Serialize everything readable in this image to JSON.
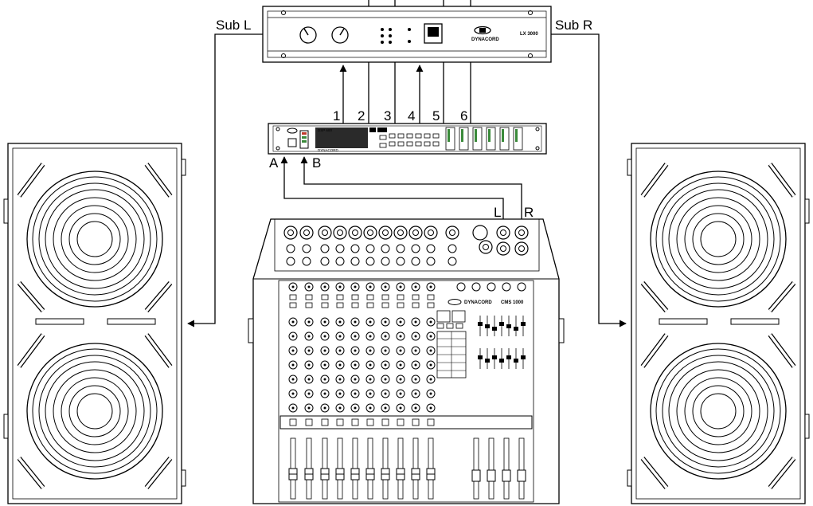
{
  "labels": {
    "sub_left": "Sub L",
    "sub_right": "Sub R",
    "port_a": "A",
    "port_b": "B",
    "mixer_left": "L",
    "mixer_right": "R"
  },
  "outputs": [
    "1",
    "2",
    "3",
    "4",
    "5",
    "6"
  ],
  "amplifier": {
    "brand": "DYNACORD",
    "model": "LX 3000"
  },
  "processor": {
    "model": "DSP 600",
    "brand": "DYNACORD"
  },
  "mixer": {
    "brand": "DYNACORD",
    "model": "CMS 1000"
  },
  "colors": {
    "line": "#000000",
    "display": "#2a2a2a",
    "meter_red": "#c0392b",
    "meter_green": "#3a8a3a"
  }
}
